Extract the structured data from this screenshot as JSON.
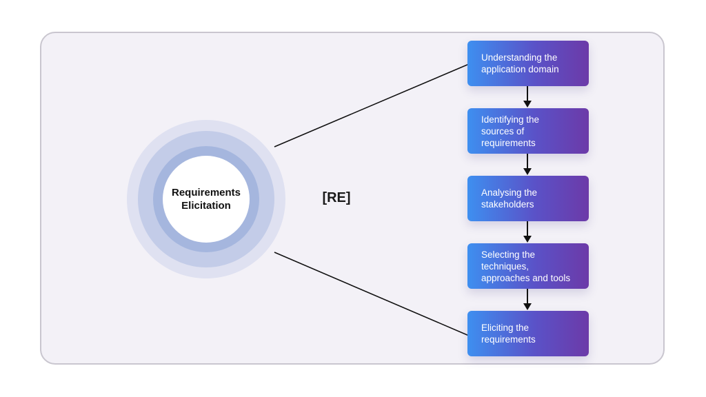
{
  "diagram": {
    "hub": {
      "label": "Requirements\nElicitation"
    },
    "abbreviation": "[RE]",
    "steps": [
      {
        "label": "Understanding the\napplication domain"
      },
      {
        "label": "Identifying the\nsources of\nrequirements"
      },
      {
        "label": "Analysing the\nstakeholders"
      },
      {
        "label": "Selecting the\ntechniques,\napproaches and tools"
      },
      {
        "label": "Eliciting the\nrequirements"
      }
    ],
    "colors": {
      "panel_background": "#f3f1f7",
      "panel_border": "#c9c6cf",
      "step_gradient_start": "#3e8ff0",
      "step_gradient_end": "#6c3aa8",
      "ring_outer": "#dfe1f1",
      "ring_middle": "#c3cce8",
      "ring_inner": "#a5b6de",
      "connector": "#111111"
    }
  }
}
